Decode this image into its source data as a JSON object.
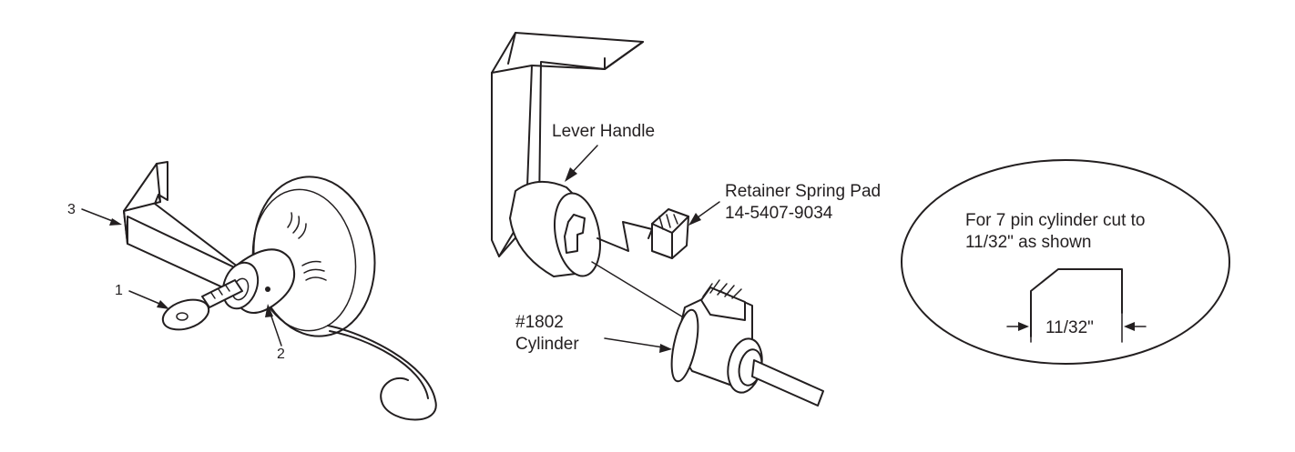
{
  "callouts": {
    "label_1": "1",
    "label_2": "2",
    "label_3": "3"
  },
  "parts": {
    "lever_handle": "Lever Handle",
    "retainer_line1": "Retainer Spring Pad",
    "retainer_line2": "14-5407-9034",
    "cylinder_line1": "#1802",
    "cylinder_line2": "Cylinder"
  },
  "detail": {
    "note_line1": "For 7 pin cylinder cut to",
    "note_line2": "11/32\" as shown",
    "dimension": "11/32\""
  }
}
